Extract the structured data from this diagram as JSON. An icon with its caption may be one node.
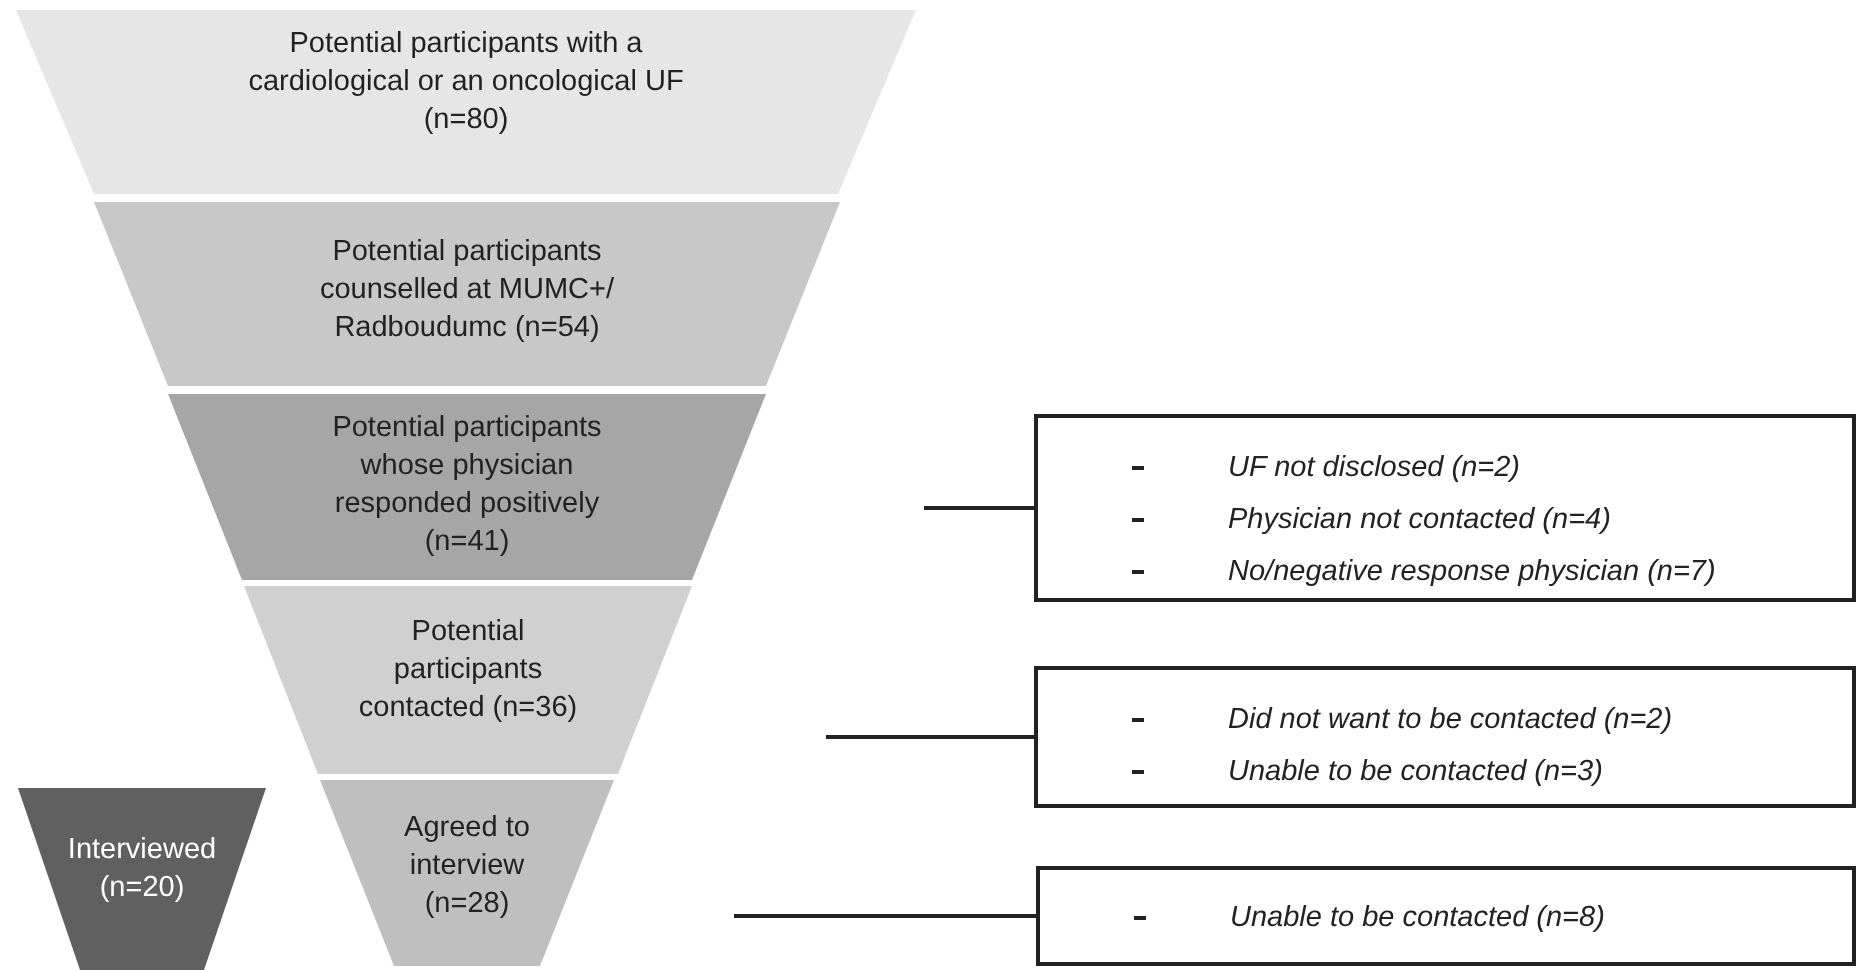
{
  "diagram": {
    "nodes": [
      {
        "text": [
          "Potential participants with a cardiological or an oncological UF (n=80)"
        ]
      },
      {
        "text": [
          "Potential participants counselled at MUMC+/ Radboudumc (n=54)"
        ]
      },
      {
        "text": [
          "Potential participants whose physician responded positively (n=41)"
        ]
      },
      {
        "text": [
          "Potential participants contacted (n=36)"
        ]
      },
      {
        "text": [
          "Agreed to interview (n=28)"
        ]
      },
      {
        "text": [
          "Interviewed (n=20)"
        ]
      },
      {
        "text": [
          "UF not disclosed (n=2)",
          "Physician not contacted (n=4)",
          "No/negative response physician (n=7)"
        ]
      },
      {
        "text": [
          "Did not want to be contacted (n=2)",
          "Unable to be contacted (n=3)"
        ]
      },
      {
        "text": [
          "Unable to be contacted (n=8)"
        ]
      }
    ],
    "edges": [
      {
        "from": 6,
        "to": null,
        "arrow": "none"
      },
      {
        "from": 7,
        "to": null,
        "arrow": "none"
      },
      {
        "from": 8,
        "to": null,
        "arrow": "none"
      }
    ]
  }
}
